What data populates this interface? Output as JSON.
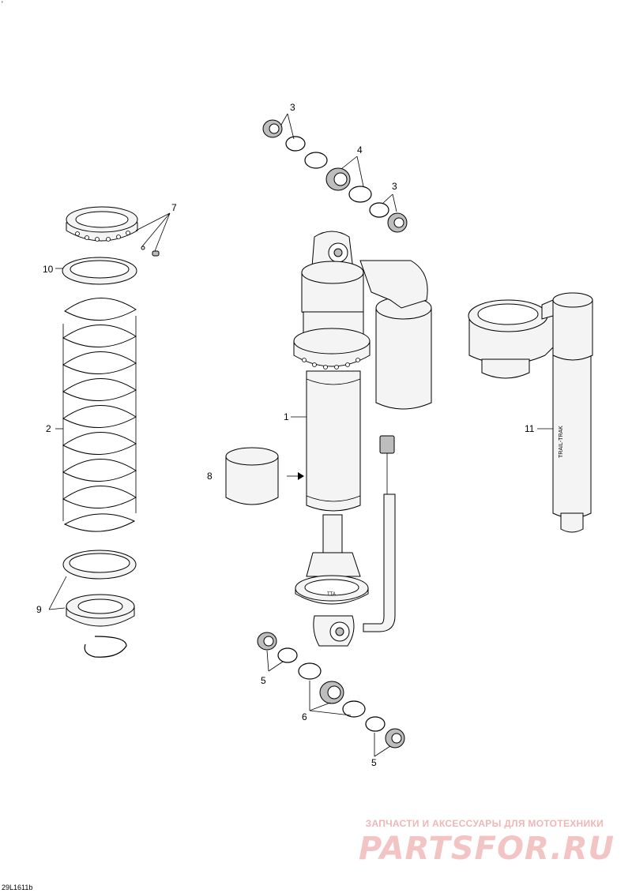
{
  "corner_mark": "'",
  "drawing_code": "29L1611b",
  "callouts": {
    "c1": "1",
    "c2": "2",
    "c3a": "3",
    "c3b": "3",
    "c4": "4",
    "c5a": "5",
    "c5b": "5",
    "c6": "6",
    "c7": "7",
    "c8": "8",
    "c9": "9",
    "c10": "10",
    "c11": "11"
  },
  "shock_marking": "TTA",
  "reservoir_marking": "TRAIL-TRAK",
  "watermark": {
    "tagline": "ЗАПЧАСТИ И АКСЕССУАРЫ ДЛЯ МОТОТЕХНИКИ",
    "logo": "PARTSFOR.RU"
  }
}
